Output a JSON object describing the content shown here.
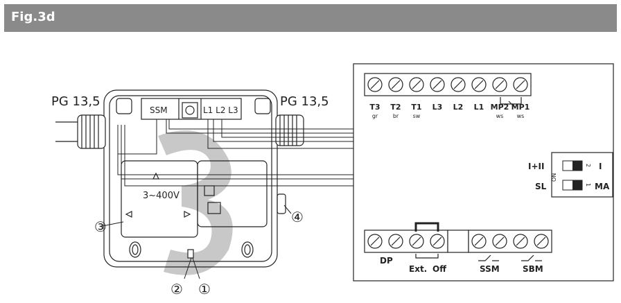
{
  "figure_title": "Fig.3d",
  "gland_left": "PG 13,5",
  "gland_right": "PG 13,5",
  "module_block_ssm": "SSM",
  "module_block_phases": "L1 L2 L3",
  "voltage_label": "3~400V",
  "callouts": [
    "①",
    "②",
    "③",
    "④"
  ],
  "upper_terminals": [
    {
      "label": "T3",
      "sub": "gr"
    },
    {
      "label": "T2",
      "sub": "br"
    },
    {
      "label": "T1",
      "sub": "sw"
    },
    {
      "label": "L3",
      "sub": ""
    },
    {
      "label": "L2",
      "sub": ""
    },
    {
      "label": "L1",
      "sub": ""
    },
    {
      "label": "MP2",
      "sub": "ws"
    },
    {
      "label": "MP1",
      "sub": "ws"
    }
  ],
  "dip_switch": {
    "left_top": "I+II",
    "left_bottom": "SL",
    "right_top": "I",
    "right_bottom": "MA",
    "num_top": "2",
    "num_bottom": "1",
    "on_label": "ON"
  },
  "lower_terminals": {
    "dp": "DP",
    "ext": "Ext.",
    "off": "Off",
    "ssm": "SSM",
    "sbm": "SBM"
  }
}
